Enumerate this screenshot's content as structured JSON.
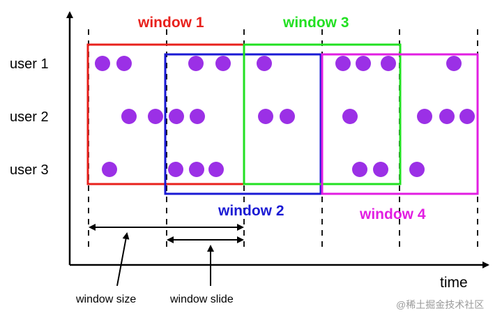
{
  "diagram": {
    "x_axis_label": "time",
    "users": [
      "user 1",
      "user 2",
      "user 3"
    ],
    "windows": [
      {
        "label": "window 1",
        "color": "#e8211c"
      },
      {
        "label": "window 2",
        "color": "#1a1ad4"
      },
      {
        "label": "window 3",
        "color": "#22e022"
      },
      {
        "label": "window 4",
        "color": "#e21ee2"
      }
    ],
    "event_color": "#9b30e6",
    "annotations": {
      "window_size": "window size",
      "window_slide": "window slide"
    },
    "watermark": "@稀土掘金技术社区"
  }
}
